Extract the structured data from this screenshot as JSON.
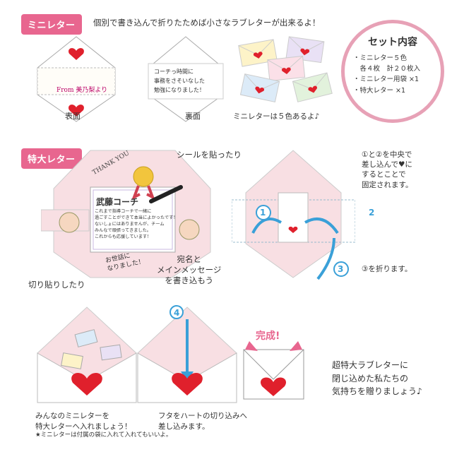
{
  "section1": {
    "tag": "ミニレター",
    "description": "個別で書き込んで折りたためば小さなラブレターが出来るよ！",
    "label_front": "表面",
    "label_back": "裏面",
    "from_text": "From 美乃梨より",
    "back_message": [
      "コーチっ時間に",
      "事務をさそいなした",
      "勉強になりました！"
    ],
    "colors_caption": "ミニレターは５色あるよ♪",
    "envelope_colors": [
      "#fdf3c8",
      "#fbe0e8",
      "#e9e1f5",
      "#dcebf8",
      "#e2f2dc"
    ]
  },
  "set_contents": {
    "title": "セット内容",
    "items": [
      "・ミニレター５色",
      "　各４枚　計２０枚入",
      "・ミニレター用袋 ×1",
      "・特大レター ×1"
    ]
  },
  "section2": {
    "tag": "特大レター",
    "callout_seal": "シールを貼ったり",
    "callout_cutout": "切り貼りしたり",
    "callout_address": [
      "宛名と",
      "メインメッセージ",
      "を書き込もう"
    ],
    "thank_you": "THANK YOU",
    "letter_title": "武藤コーチ",
    "letter_body": [
      "これまで指導コーチで一緒に",
      "過ごすことができて本当によかったです！",
      "ないしょにはありませんが、チーム",
      "みんなで頑張ってきました。",
      "これからも応援しています！"
    ],
    "osewa": [
      "お世話に",
      "なりました！"
    ],
    "fold_note": [
      "①と②を中央で",
      "差し込んで♥に",
      "するとことで",
      "固定されます。"
    ],
    "fold_note3": "③を折ります。",
    "step_nums": [
      "1",
      "2",
      "3",
      "4"
    ]
  },
  "section3": {
    "caption1": [
      "みんなのミニレターを",
      "特大レターへ入れましょう！",
      "★ミニレターは付属の袋に入れて入れてもいいよ。"
    ],
    "caption2": [
      "フタをハートの切り込みへ",
      "差し込みます。"
    ],
    "done_label": "完成!",
    "final_message": [
      "超特大ラブレターに",
      "閉じ込めた私たちの",
      "気持ちを贈りましょう♪"
    ]
  },
  "colors": {
    "accent_pink": "#e8668f",
    "circle_border": "#e7a1b6",
    "arrow_blue": "#3aa0d8",
    "heart_red": "#e0202c",
    "paper_pink": "#f8dfe3"
  }
}
